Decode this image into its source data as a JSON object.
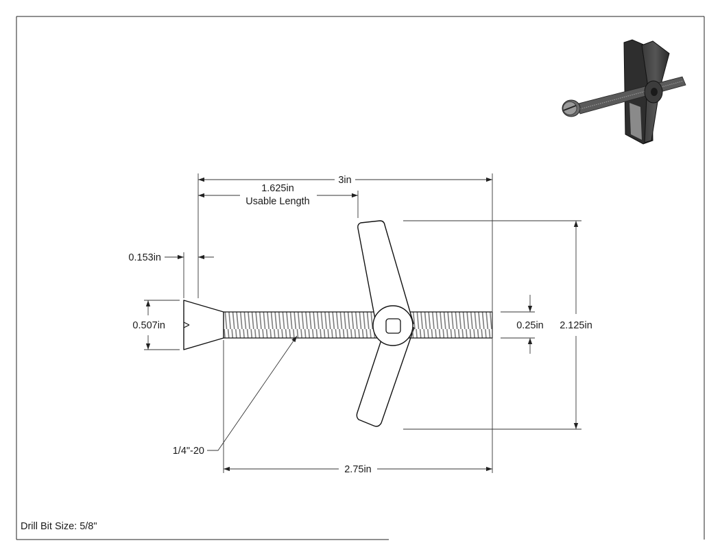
{
  "dimensions": {
    "overall_length": "3in",
    "usable_length_value": "1.625in",
    "usable_length_label": "Usable Length",
    "head_thickness": "0.153in",
    "head_diameter": "0.507in",
    "thread_spec": "1/4\"-20",
    "shank_length": "2.75in",
    "bolt_diameter": "0.25in",
    "wing_span": "2.125in"
  },
  "footer": {
    "drill_bit_size": "Drill Bit Size: 5/8\""
  }
}
